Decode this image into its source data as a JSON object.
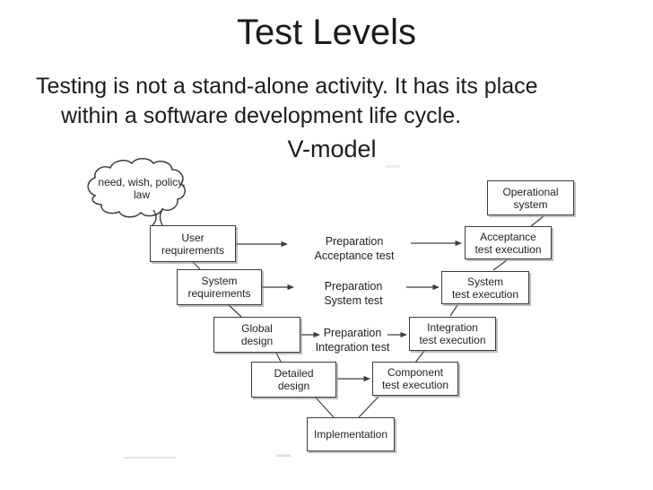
{
  "slide": {
    "title": "Test Levels",
    "body_line1": "Testing is not a stand-alone activity. It has its place",
    "body_line2": "within a software development life cycle.",
    "subtitle": "V-model"
  },
  "diagram": {
    "cloud": {
      "line1": "need, wish,",
      "line2": "policy, law"
    },
    "boxes": [
      {
        "name": "user-requirements",
        "line1": "User",
        "line2": "requirements"
      },
      {
        "name": "system-requirements",
        "line1": "System",
        "line2": "requirements"
      },
      {
        "name": "global-design",
        "line1": "Global",
        "line2": "design"
      },
      {
        "name": "detailed-design",
        "line1": "Detailed",
        "line2": "design"
      },
      {
        "name": "implementation",
        "line1": "Implementation",
        "line2": ""
      },
      {
        "name": "component-test-execution",
        "line1": "Component",
        "line2": "test execution"
      },
      {
        "name": "integration-test-execution",
        "line1": "Integration",
        "line2": "test execution"
      },
      {
        "name": "system-test-execution",
        "line1": "System",
        "line2": "test execution"
      },
      {
        "name": "acceptance-test-execution",
        "line1": "Acceptance",
        "line2": "test execution"
      },
      {
        "name": "operational-system",
        "line1": "Operational",
        "line2": "system"
      }
    ],
    "labels": [
      {
        "name": "preparation-acceptance-test",
        "line1": "Preparation",
        "line2": "Acceptance test"
      },
      {
        "name": "preparation-system-test",
        "line1": "Preparation",
        "line2": "System test"
      },
      {
        "name": "preparation-integration-test",
        "line1": "Preparation",
        "line2": "Integration test"
      }
    ],
    "colors": {
      "stroke": "#3c3c3c",
      "text": "#222222",
      "background": "#ffffff"
    }
  }
}
